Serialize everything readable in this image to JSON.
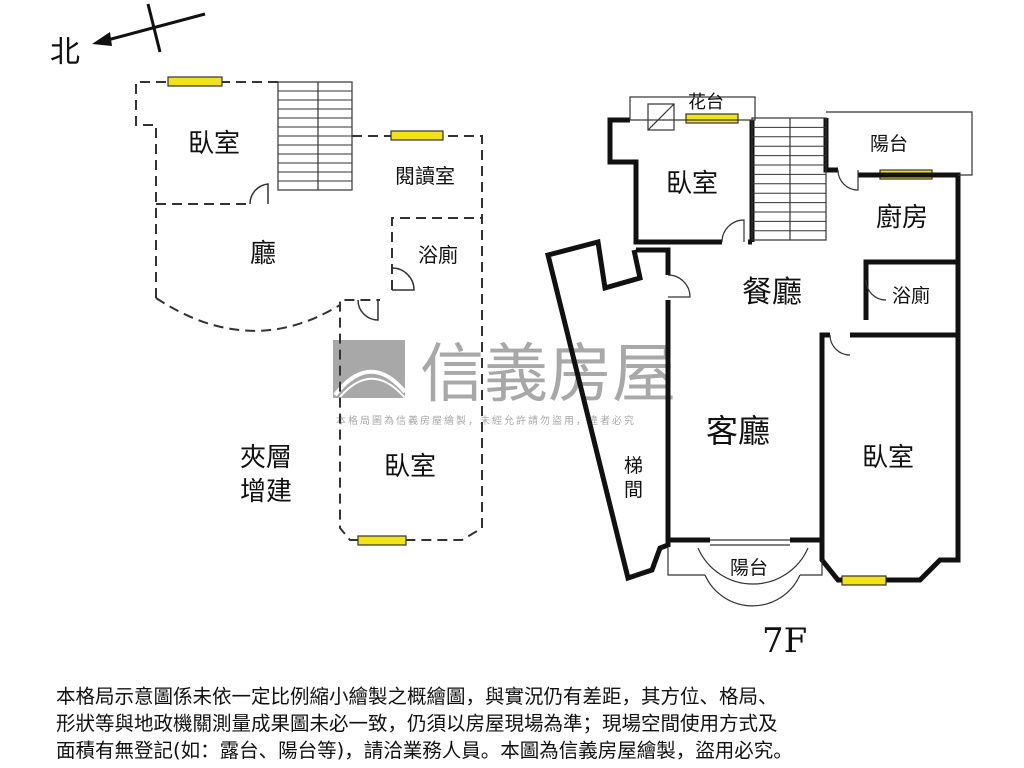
{
  "compass": {
    "north_label": "北"
  },
  "watermark": {
    "brand": "信義房屋",
    "notice": "本格局圖為信義房屋繪製，未經允許請勿盜用，違者必究"
  },
  "mezzanine": {
    "rooms": {
      "bedroom_top": "臥室",
      "reading_room": "閱讀室",
      "hall": "廳",
      "bathroom": "浴廁",
      "bedroom_bottom": "臥室",
      "mezzanine_label": [
        "夾層",
        "增建"
      ]
    }
  },
  "floor_7f": {
    "floor_label": "7F",
    "rooms": {
      "planter": "花台",
      "bedroom_top": "臥室",
      "balcony_top": "陽台",
      "kitchen": "廚房",
      "dining": "餐廳",
      "bathroom": "浴廁",
      "stairwell": [
        "梯",
        "間"
      ],
      "living": "客廳",
      "bedroom_right": "臥室",
      "balcony_bottom": "陽台"
    }
  },
  "colors": {
    "window": "#f2e21a",
    "wall": "#111111",
    "watermark": "#a8a8a8"
  },
  "disclaimer": [
    "本格局示意圖係未依一定比例縮小繪製之概繪圖，與實況仍有差距，其方位、格局、",
    "形狀等與地政機關測量成果圖未必一致，仍須以房屋現場為準；現場空間使用方式及",
    "面積有無登記(如：露台、陽台等)，請洽業務人員。本圖為信義房屋繪製，盜用必究。"
  ]
}
